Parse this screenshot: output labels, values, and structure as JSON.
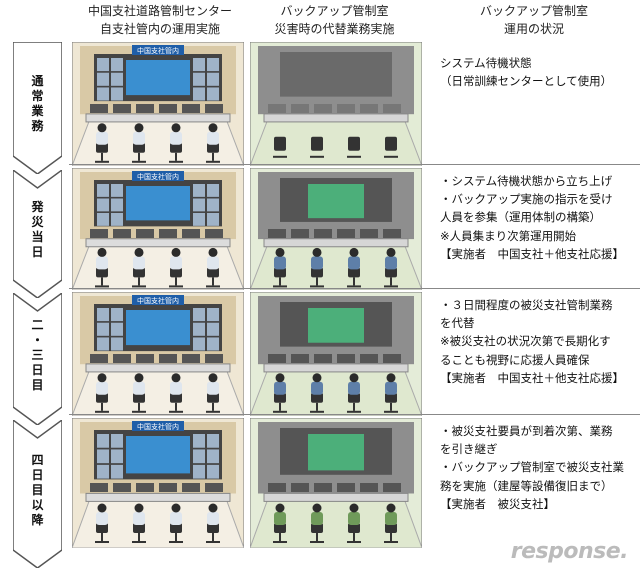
{
  "headers": {
    "col1": [
      "中国支社道路管制センター",
      "自支社管内の運用実施"
    ],
    "col2": [
      "バックアップ管制室",
      "災害時の代替業務実施"
    ],
    "col3": [
      "バックアップ管制室",
      "運用の状況"
    ]
  },
  "rows": [
    {
      "stage": "通常業務",
      "stage_chars": [
        "通",
        "常",
        "業",
        "務"
      ],
      "center_sign": "中国支社管内",
      "backup_active": false,
      "backup_staff": "none",
      "notes": [
        "システム待機状態",
        "（日常訓練センターとして使用）"
      ]
    },
    {
      "stage": "発災当日",
      "stage_chars": [
        "発",
        "災",
        "当",
        "日"
      ],
      "center_sign": "中国支社管内",
      "backup_active": true,
      "backup_staff": "blue",
      "notes": [
        "・システム待機状態から立ち上げ",
        "・バックアップ実施の指示を受け",
        "人員を参集（運用体制の構築）",
        "※人員集まり次第運用開始",
        "【実施者　中国支社＋他支社応援】"
      ]
    },
    {
      "stage": "二・三日目",
      "stage_chars": [
        "二",
        "・",
        "三",
        "日",
        "目"
      ],
      "center_sign": "中国支社管内",
      "backup_active": true,
      "backup_staff": "blue",
      "notes": [
        "・３日間程度の被災支社管制業務",
        "を代替",
        "※被災支社の状況次第で長期化す",
        "ることも視野に応援人員確保",
        "【実施者　中国支社＋他支社応援】"
      ]
    },
    {
      "stage": "四日目以降",
      "stage_chars": [
        "四",
        "日",
        "目",
        "以",
        "降"
      ],
      "center_sign": "中国支社管内",
      "backup_active": true,
      "backup_staff": "green",
      "notes": [
        "・被災支社要員が到着次第、業務",
        "を引き継ぎ",
        "・バックアップ管制室で被災支社業",
        "務を実施（建屋等設備復旧まで）",
        "【実施者　被災支社】"
      ]
    }
  ],
  "watermark": "response.",
  "colors": {
    "stage_fill": "#ffffff",
    "stage_stroke": "#555555",
    "room_wall": "#d9c9a6",
    "backup_wall": "#8e8e8e",
    "map_screen": "#3a8fd0",
    "backup_map": "#4caf7a",
    "staff_blue": "#5e7fa8",
    "staff_green": "#6f9a5a"
  }
}
